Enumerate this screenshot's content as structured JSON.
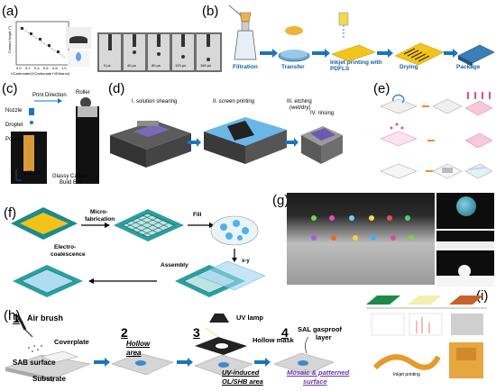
{
  "panels": {
    "a": {
      "label": "(a)",
      "axis_y": "Contact Angle (°)",
      "axis_x": "VCarbonate/(VCarbonate+VEthanol)",
      "xticks": [
        "0.0",
        "0.2",
        "0.4",
        "0.6",
        "0.8",
        "1.0"
      ],
      "frames": [
        "0 μs",
        "40 μs",
        "80 μs",
        "120 μs",
        "160 μs"
      ]
    },
    "b": {
      "label": "(b)",
      "steps": [
        "Filtration",
        "Transfer",
        "Inkjet printing with PDFLS",
        "Drying",
        "Package"
      ],
      "step3_line2": "PDFLS"
    },
    "c": {
      "label": "(c)",
      "texts": [
        "Print Direction",
        "Roller",
        "Nozzle",
        "Droplet",
        "Powder",
        "425 μm",
        "Glassy Carbon",
        "Build Box"
      ]
    },
    "d": {
      "label": "(d)",
      "steps": [
        "I. solution shearing",
        "II. screen printing",
        "III. etching",
        "(wet/dry)",
        "IV. rinsing"
      ]
    },
    "e": {
      "label": "(e)"
    },
    "f": {
      "label": "(f)",
      "steps": [
        "Micro-",
        "fabrication",
        "Fill",
        "Electro-",
        "coalescence",
        "Assembly",
        "x-y"
      ]
    },
    "g": {
      "label": "(g)"
    },
    "h": {
      "label": "(h)",
      "numbers": [
        "1",
        "2",
        "3",
        "4"
      ],
      "texts": [
        "Air brush",
        "Coverplate",
        "SAB surface",
        "Substrate",
        "Hollow",
        "area",
        "UV lamp",
        "Hollow mask",
        "UV-induced",
        "OL/SHB area",
        "SAL gasproof",
        "layer",
        "Mosaic & patterned",
        "surface"
      ]
    },
    "i": {
      "label": "(i)",
      "texts": [
        "Inkjet printing"
      ]
    }
  }
}
